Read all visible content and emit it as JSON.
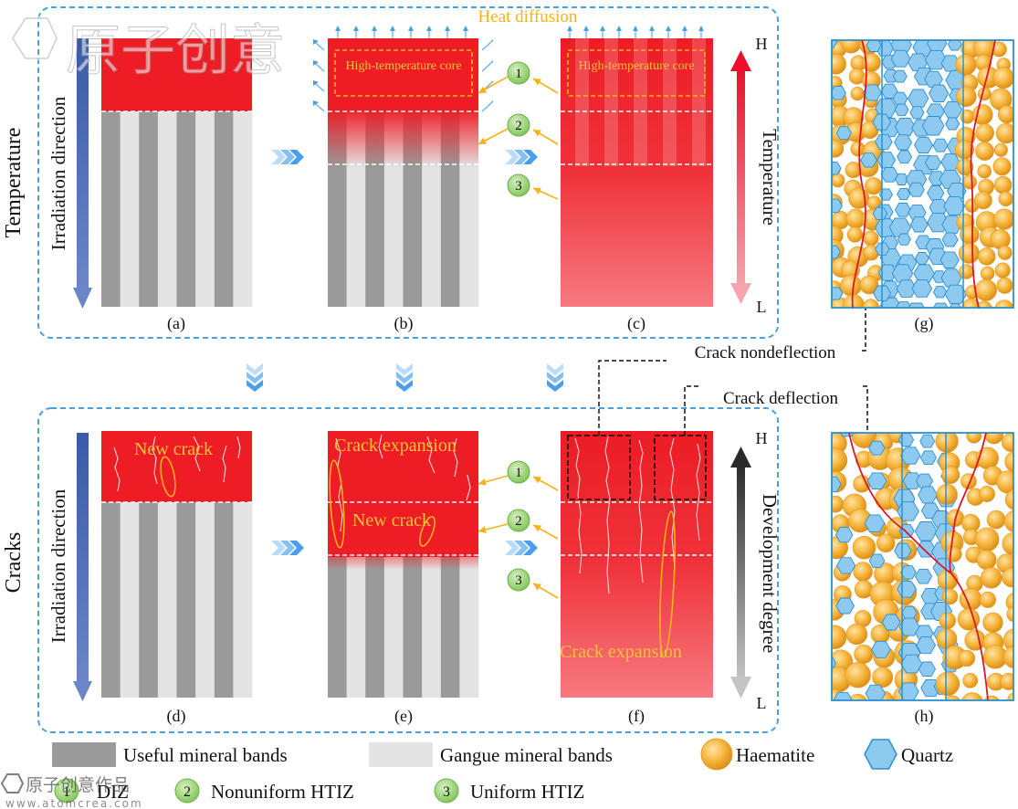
{
  "watermark": {
    "top_text": "原子创意",
    "bottom_line1": "原子创意作品",
    "bottom_line2": "www.atomcrea.com"
  },
  "rows": {
    "temperature": "Temperature",
    "cracks": "Cracks"
  },
  "irradiation_direction": "Irradiation direction",
  "heat_diffusion": "Heat diffusion",
  "high_temperature_core": "High-temperature core",
  "axis_temperature": {
    "title": "Temperature",
    "high": "H",
    "low": "L"
  },
  "axis_development": {
    "title": "Development degree",
    "high": "H",
    "low": "L"
  },
  "panel_labels": [
    "(a)",
    "(b)",
    "(c)",
    "(d)",
    "(e)",
    "(f)",
    "(g)",
    "(h)"
  ],
  "zone_markers": [
    "1",
    "2",
    "3"
  ],
  "annotations": {
    "new_crack": "New crack",
    "crack_expansion": "Crack expansion",
    "crack_nondeflection": "Crack nondeflection",
    "crack_deflection": "Crack deflection"
  },
  "legend": {
    "useful_bands": "Useful mineral bands",
    "gangue_bands": "Gangue mineral bands",
    "haematite": "Haematite",
    "quartz": "Quartz",
    "diz": "DIZ",
    "nonuniform_htiz": "Nonuniform HTIZ",
    "uniform_htiz": "Uniform HTIZ"
  },
  "colors": {
    "frame_dashed": "#4a9fe0",
    "useful_band": "#9a9a9a",
    "gangue_band": "#e4e4e4",
    "heat_red": "#ee1c25",
    "annotation_yellow": "#f5b21b",
    "marker_green": "#9fd67a",
    "haematite": "#f5b23a",
    "quartz": "#8ec9f0",
    "arrow_blue": "#4a67b0",
    "crack_red": "#d7192b"
  }
}
